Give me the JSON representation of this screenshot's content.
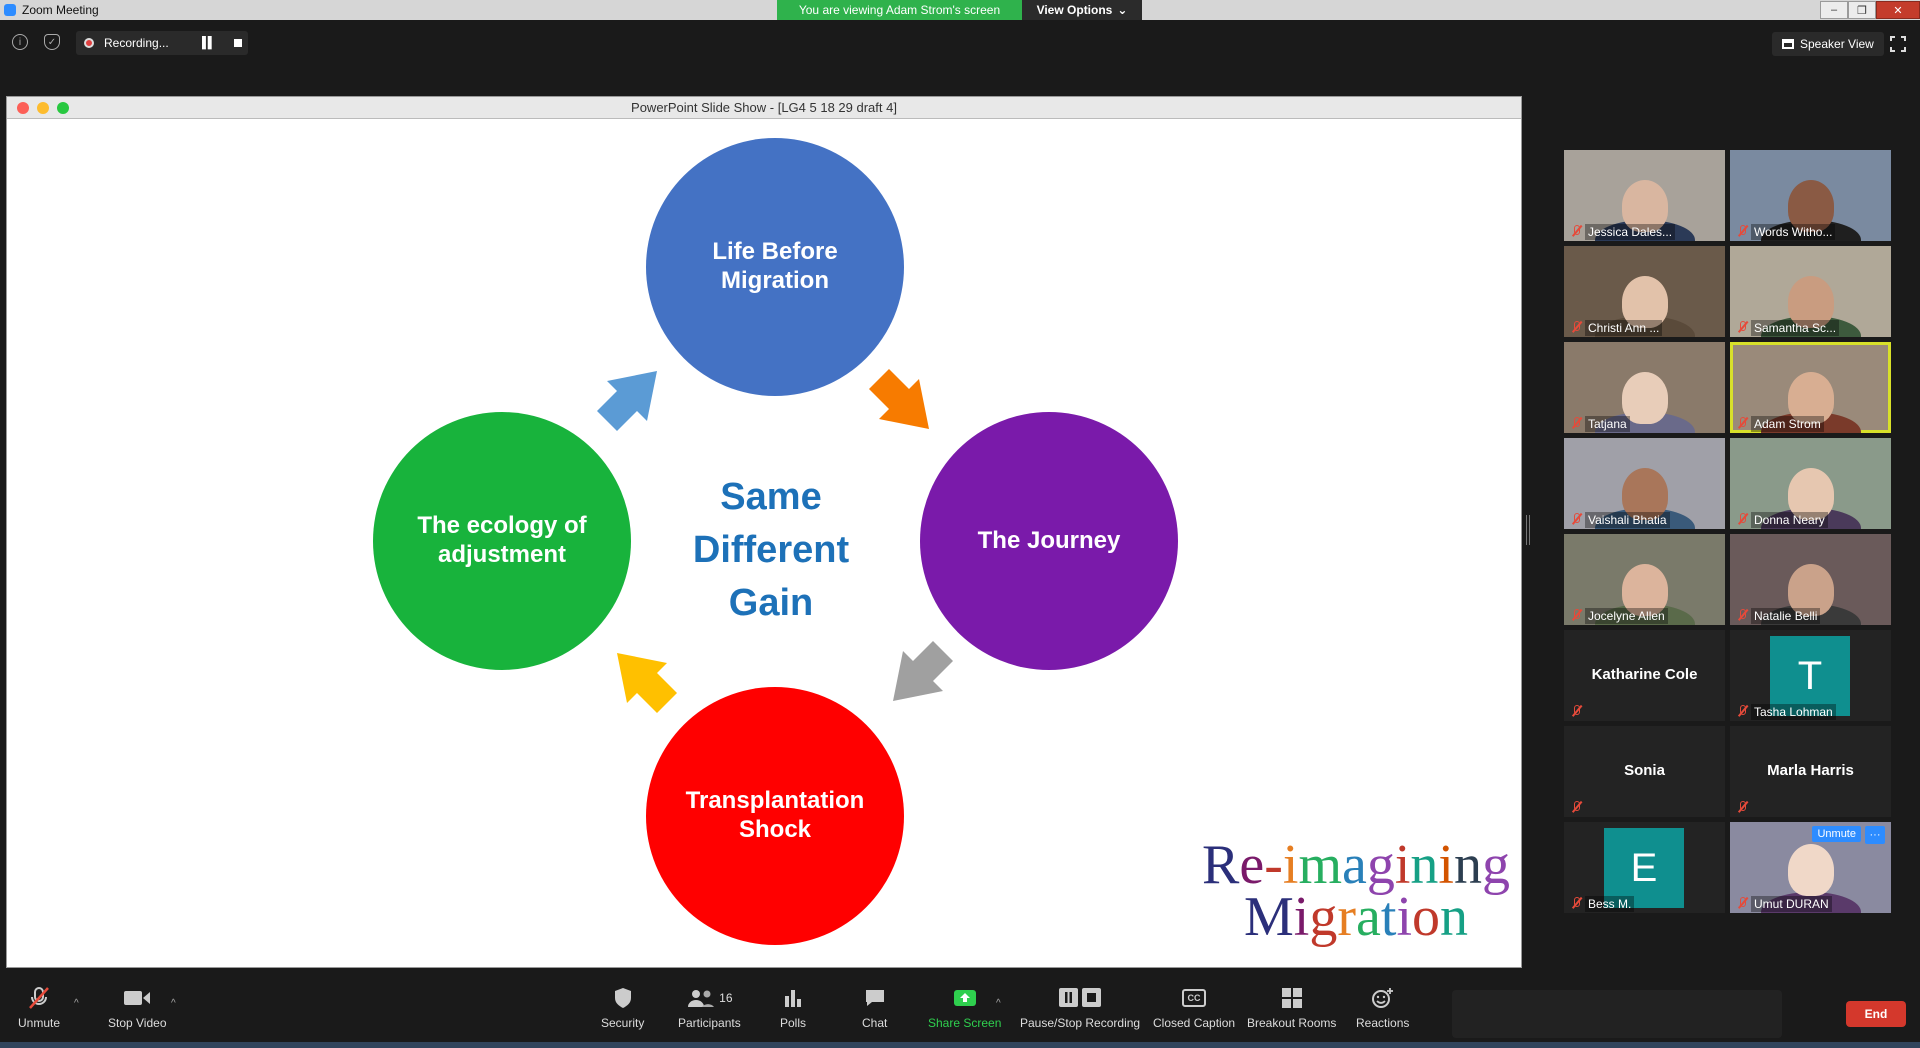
{
  "window": {
    "title": "Zoom Meeting",
    "viewing_banner": "You are viewing Adam Strom's screen",
    "view_options": "View Options"
  },
  "top": {
    "recording": "Recording...",
    "speaker_view": "Speaker View"
  },
  "share": {
    "title": "PowerPoint Slide Show - [LG4 5 18 29 draft 4]"
  },
  "slide": {
    "circles": [
      {
        "label": "Life Before Migration",
        "color": "#4472c4"
      },
      {
        "label": "The Journey",
        "color": "#7a1aaa"
      },
      {
        "label": "Transplantation Shock",
        "color": "#ff0000"
      },
      {
        "label": "The ecology of adjustment",
        "color": "#18b33c"
      }
    ],
    "center": [
      "Same",
      "Different",
      "Gain"
    ],
    "logo_line1": "Re-imagining",
    "logo_line2": "Migration"
  },
  "participants": [
    {
      "name": "Jessica Dales...",
      "type": "video"
    },
    {
      "name": "Words Witho...",
      "type": "video"
    },
    {
      "name": "Christi Ann ...",
      "type": "video"
    },
    {
      "name": "Samantha Sc...",
      "type": "video"
    },
    {
      "name": "Tatjana",
      "type": "video"
    },
    {
      "name": "Adam Strom",
      "type": "video",
      "active": true
    },
    {
      "name": "Vaishali Bhatia",
      "type": "video"
    },
    {
      "name": "Donna Neary",
      "type": "video"
    },
    {
      "name": "Jocelyne Allen",
      "type": "video"
    },
    {
      "name": "Natalie Belli",
      "type": "video"
    },
    {
      "name": "Katharine Cole",
      "type": "name"
    },
    {
      "name": "Tasha Lohman",
      "type": "avatar",
      "letter": "T"
    },
    {
      "name": "Sonia",
      "type": "name"
    },
    {
      "name": "Marla Harris",
      "type": "name"
    },
    {
      "name": "Bess M.",
      "type": "avatar",
      "letter": "E"
    },
    {
      "name": "Umut DURAN",
      "type": "image",
      "unmute_label": "Unmute",
      "more_label": "···"
    }
  ],
  "toolbar": {
    "unmute": "Unmute",
    "stop_video": "Stop Video",
    "security": "Security",
    "participants": "Participants",
    "participants_count": "16",
    "polls": "Polls",
    "chat": "Chat",
    "share_screen": "Share Screen",
    "pause_stop_recording": "Pause/Stop Recording",
    "closed_caption": "Closed Caption",
    "cc_glyph": "CC",
    "breakout_rooms": "Breakout Rooms",
    "reactions": "Reactions",
    "end": "End"
  },
  "colors": {
    "accent": "#2d8cff",
    "recording_green": "#2fb24c",
    "end_red": "#d4382c",
    "active_speaker": "#d8e02a"
  }
}
